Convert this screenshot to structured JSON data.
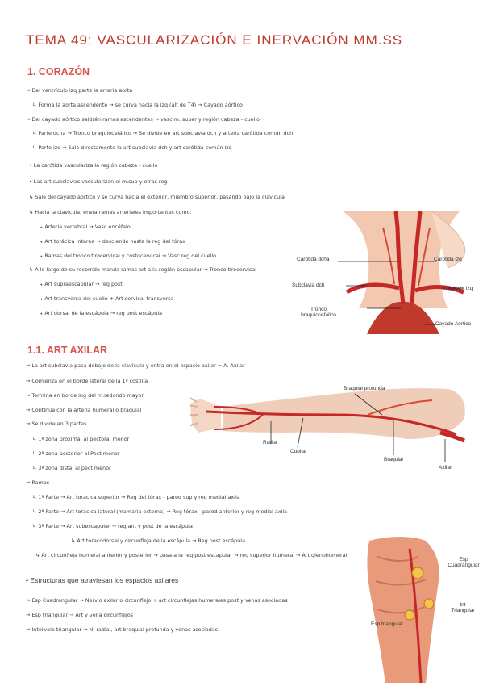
{
  "title": "TEMA 49: VASCULARIZACIÓN E INERVACIÓN MM.SS",
  "section1": {
    "heading": "1. CORAZÓN",
    "lines": [
      "→ Del ventrículo izq parte la arteria aorta",
      "↳ Forma la aorta ascendente → se curva hacia la izq (alt de T4) → Cayado aórtico",
      "→ Del cayado aórtico saldrán ramas ascendentes → vasc m. super y región cabeza - cuello",
      "↳ Parte dcha → Tronco braquiocefálico → Se divide en art subclavia dch y arteria carótida común dch",
      "↳ Parte izq → Sale directamente la art subclavia dch y art carótida común izq",
      "• La carótida vasculariza la región cabeza - cuello",
      "• Las art subclavias vascularizan el m.sup y otras reg",
      "↳ Sale del cayado aórtico y se curva hacia el exterior, miembro superior, pasando bajo la clavícula",
      "↳ Hacia la clavícula, envía ramas arteriales importantes como:",
      "↳ Arteria vertebral → Vasc encéfalo",
      "↳ Art torácica interna → desciende hasta la reg del tórax",
      "↳ Ramas del tronco tirocervical y costocervical → Vasc reg del cuello",
      "↳ A lo largo de su recorrido manda ramas art a la región escapular → Tronco tirocervical",
      "↳ Art supraescapular → reg post",
      "↳ Art transversa del cuello + Art cervical transversa",
      "↳ Art dorsal de la escápula → reg post escápula"
    ],
    "figure_labels": [
      "Carótida dcha",
      "Carótida izq",
      "Subclavia dch",
      "Subclavia izq",
      "Tronco braquiocefálico",
      "Cayado Aórtico"
    ]
  },
  "section2": {
    "heading": "1.1. ART AXILAR",
    "lines": [
      "→ La art subclavia pasa debajo de la clavícula y entra en el espacio axilar = A. Axilar",
      "→ Comienza en el borde lateral de la 1ª costilla",
      "→ Termina en borde ing del m.redondo mayor",
      "→ Continúa con la arteria humeral o braquial",
      "→ Se divide en 3 partes",
      "↳ 1ª zona proximal al pectoral menor",
      "↳ 2ª zona posterior al Pect menor",
      "↳ 3ª zona distal al pect menor",
      "→ Ramas",
      "↳ 1ª Parte → Art torácica superior → Reg del tórax - pared sup y reg medial axila",
      "↳ 2ª Parte → Art torácica lateral (mamaria externa) → Reg tórax - pared anterior y reg medial axila",
      "↳ 3ª Parte → Art subescapular → reg ant y post de la escápula",
      "↳ Art toracodorsal y circunfleja de la escápula → Reg post escápula",
      "↳ Art circunfleja humeral anterior y posterior → pasa a la reg post escapular → reg superior humeral → Art glenohumeral"
    ],
    "figure_labels": [
      "Braquial profunda",
      "Radial",
      "Cubital",
      "Braquial",
      "Axilar"
    ]
  },
  "section3": {
    "heading": "• Estructuras que atraviesan los espacios axilares",
    "lines": [
      "→ Esp Cuadrangular → Nervio axilar o circunflejo + art circunflejas humerales post y venas asociadas",
      "→ Esp triangular → Art y vena circunflejos",
      "→ Intervalo triangular → N. radial, art braquial profunda y venas asociadas"
    ],
    "figure_labels": [
      "Esp Cuadrangular",
      "Int Triangular",
      "Esp triangular"
    ]
  },
  "colors": {
    "title": "#c0392b",
    "heading": "#d9534f",
    "artery": "#c62828"
  }
}
